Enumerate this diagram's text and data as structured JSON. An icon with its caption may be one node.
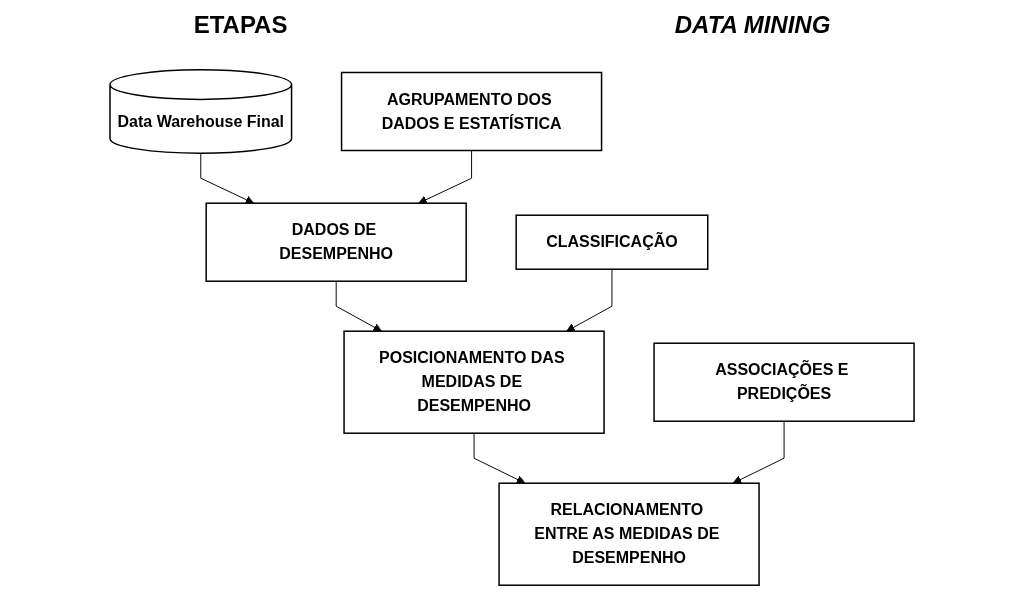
{
  "diagram": {
    "nodes": [
      {
        "text": [
          "Data Warehouse Final"
        ]
      },
      {
        "text": [
          "DADOS DE DESEMPENHO"
        ]
      },
      {
        "text": [
          "POSICIONAMENTO DAS MEDIDAS DE DESEMPENHO"
        ]
      },
      {
        "text": [
          "RELACIONAMENTO ENTRE AS MEDIDAS DE DESEMPENHO"
        ]
      },
      {
        "text": [
          "AGRUPAMENTO DOS DADOS E ESTATÍSTICA"
        ]
      },
      {
        "text": [
          "CLASSIFICAÇÃO"
        ]
      },
      {
        "text": [
          "ASSOCIAÇÕES E PREDIÇÕES"
        ]
      }
    ],
    "edges": [
      {
        "from": 0,
        "to": 1,
        "arrow": "to"
      },
      {
        "from": 4,
        "to": 1,
        "arrow": "to"
      },
      {
        "from": 1,
        "to": 2,
        "arrow": "to"
      },
      {
        "from": 5,
        "to": 2,
        "arrow": "to"
      },
      {
        "from": 2,
        "to": 3,
        "arrow": "to"
      },
      {
        "from": 6,
        "to": 3,
        "arrow": "to"
      }
    ],
    "labels": [
      "ETAPAS",
      "DATA MINING"
    ]
  }
}
